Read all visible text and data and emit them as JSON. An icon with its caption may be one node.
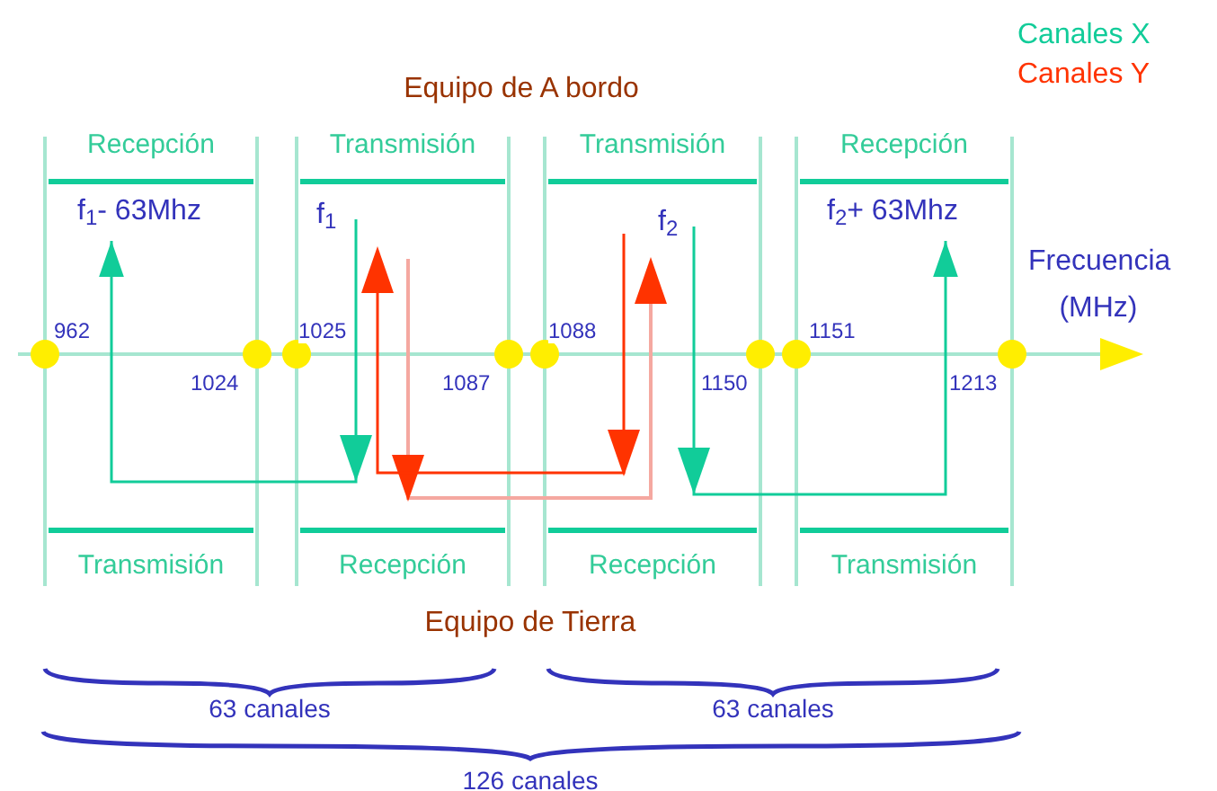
{
  "diagram": {
    "title": "Equipo de A bordo",
    "nodes": [
      {
        "text": [
          "f$_{1}$"
        ]
      },
      {
        "text": [
          "f$_{1}$- 63Mhz"
        ]
      },
      {
        "text": [
          "f$_{2}$"
        ]
      },
      {
        "text": [
          "f$_{2}$+ 63Mhz"
        ]
      }
    ],
    "edges": [
      {
        "from": 0,
        "to": 1,
        "arrow": "to"
      },
      {
        "from": 2,
        "to": 3,
        "arrow": "to"
      }
    ],
    "labels": [
      "Recepción",
      "Transmisión",
      "Transmisión",
      "Recepción",
      "Frecuencia (MHz)",
      "962",
      "1024",
      "1025",
      "1087",
      "1088",
      "1150",
      "1151",
      "1213",
      "Transmisión",
      "Recepción",
      "Recepción",
      "Transmisión",
      "Equipo de Tierra",
      "63 canales",
      "63 canales",
      "126 canales"
    ],
    "legend": [
      {
        "text": "Canales X",
        "color": "#11cc99"
      },
      {
        "text": "Canales Y",
        "color": "#ff3300"
      }
    ]
  }
}
